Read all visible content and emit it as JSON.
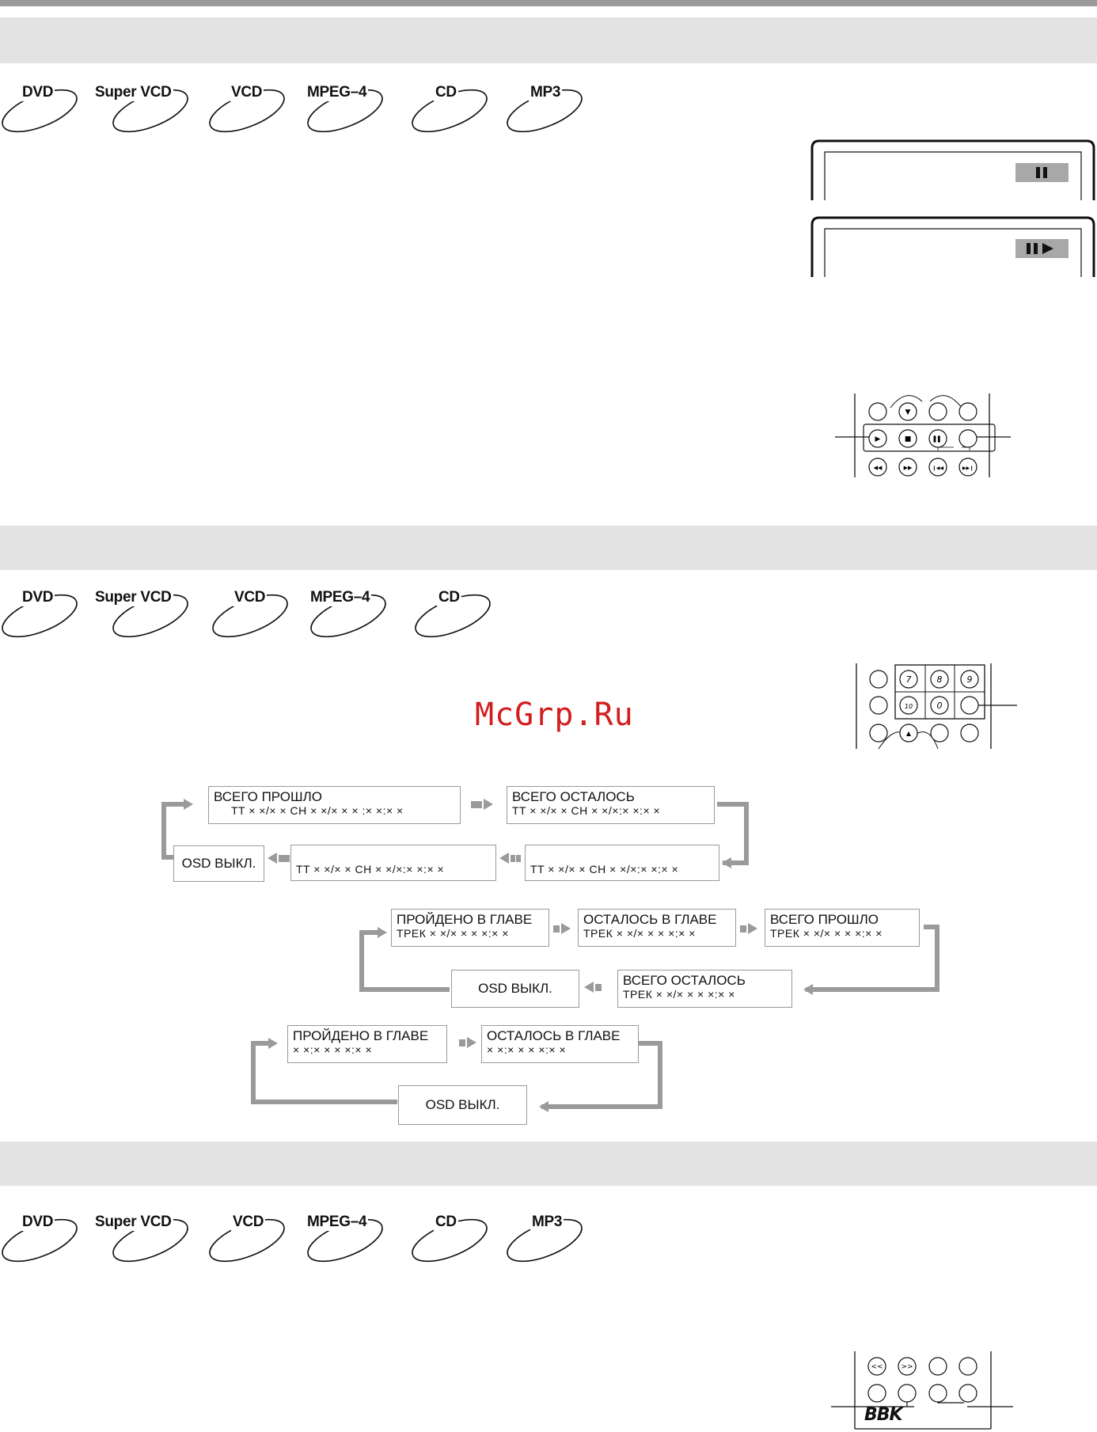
{
  "section1": {
    "formats": [
      "DVD",
      "Super VCD",
      "VCD",
      "MPEG–4",
      "CD",
      "MP3"
    ],
    "screens": [
      {
        "icon": "pause-icon",
        "glyph": "▌▌"
      },
      {
        "icon": "step-icon",
        "glyph": "▌▌▶"
      }
    ],
    "remote": {
      "row1": [
        "",
        "▼",
        "",
        ""
      ],
      "row2": [
        "▶",
        "■",
        "▌▌",
        ""
      ],
      "row3": [
        "◀◀",
        "▶▶",
        "❙◀◀",
        "▶▶❙"
      ]
    }
  },
  "section2": {
    "formats": [
      "DVD",
      "Super VCD",
      "VCD",
      "MPEG–4",
      "CD"
    ],
    "remote": {
      "row1": [
        "",
        "7",
        "8",
        "9"
      ],
      "row2": [
        "",
        "10",
        "0",
        ""
      ],
      "row3": [
        "",
        "▲",
        "",
        ""
      ]
    },
    "watermark": "McGrp.Ru",
    "flow_dvd": {
      "box1": {
        "title": "ВСЕГО ПРОШЛО",
        "sub": "TT × ×/× ×  CH × ×/× ×  × :× ×:× ×"
      },
      "box2": {
        "title": "ВСЕГО ОСТАЛОСЬ",
        "sub": "TT × ×/× ×  CH × ×/×:× ×:× ×"
      },
      "box3": {
        "sub": "TT × ×/× × CH × ×/×:× ×:× ×"
      },
      "box4": {
        "sub": "TT × ×/× ×  CH × ×/×:× ×:× ×"
      },
      "osd": "OSD  ВЫКЛ."
    },
    "flow_vcd": {
      "box1": {
        "title": "ПРОЙДЕНО В ГЛАВЕ",
        "sub": "ТРЕК × ×/× ×  × ×:× ×"
      },
      "box2": {
        "title": "ОСТАЛОСЬ В ГЛАВЕ",
        "sub": "ТРЕК × ×/× ×  × ×:× ×"
      },
      "box3": {
        "title": "ВСЕГО ПРОШЛО",
        "sub": "ТРЕК × ×/× ×  × ×:× ×"
      },
      "box4": {
        "title": "ВСЕГО ОСТАЛОСЬ",
        "sub": "ТРЕК × ×/× ×  × ×:× ×"
      },
      "osd": "OSD ВЫКЛ."
    },
    "flow_cd": {
      "box1": {
        "title": "ПРОЙДЕНО В ГЛАВЕ",
        "sub": "× ×:× ×   × ×:× ×"
      },
      "box2": {
        "title": "ОСТАЛОСЬ В ГЛАВЕ",
        "sub": "× ×:× ×   × ×:× ×"
      },
      "osd": "OSD ВЫКЛ."
    }
  },
  "section3": {
    "formats": [
      "DVD",
      "Super VCD",
      "VCD",
      "MPEG–4",
      "CD",
      "MP3"
    ],
    "remote": {
      "row1": [
        "<<",
        ">>",
        "",
        ""
      ],
      "brand": "BBK"
    }
  }
}
